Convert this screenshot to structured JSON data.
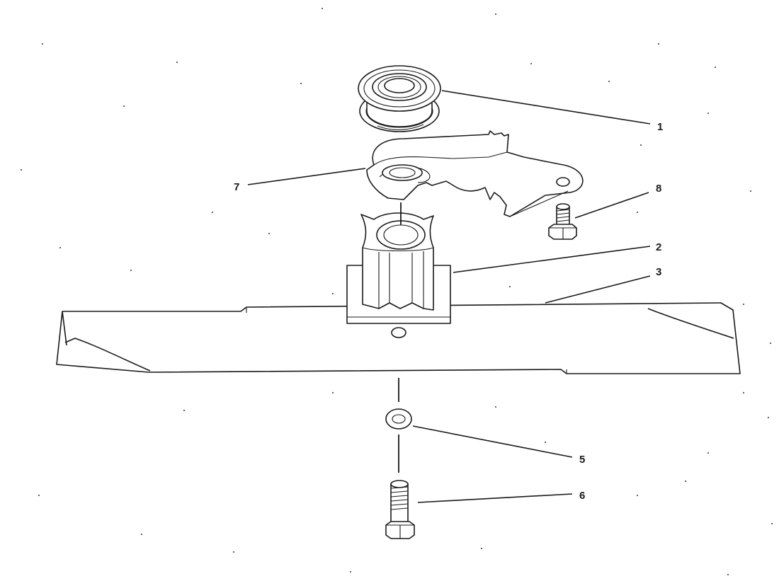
{
  "diagram": {
    "callouts": [
      {
        "id": "pulley",
        "number": "1"
      },
      {
        "id": "blade-adapter",
        "number": "2"
      },
      {
        "id": "blade",
        "number": "3"
      },
      {
        "id": "washer",
        "number": "5"
      },
      {
        "id": "blade-bolt",
        "number": "6"
      },
      {
        "id": "belt-guard",
        "number": "7"
      },
      {
        "id": "guard-bolt",
        "number": "8"
      }
    ],
    "colors": {
      "ink": "#1a1a1a",
      "paper": "#ffffff"
    }
  }
}
